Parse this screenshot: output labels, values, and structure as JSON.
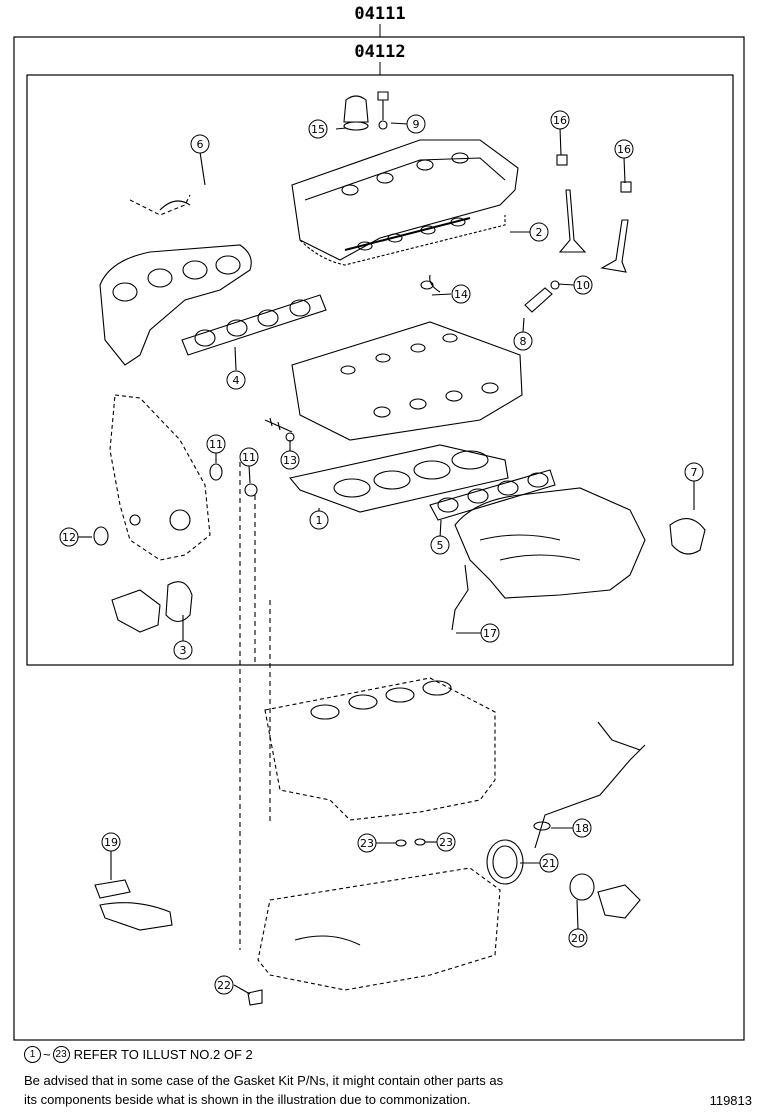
{
  "header": {
    "outer_code": "04111",
    "inner_code": "04112"
  },
  "callouts": [
    "1",
    "2",
    "3",
    "4",
    "5",
    "6",
    "7",
    "8",
    "9",
    "10",
    "11",
    "11",
    "12",
    "13",
    "14",
    "15",
    "16",
    "16",
    "17",
    "18",
    "19",
    "20",
    "21",
    "22",
    "23",
    "23"
  ],
  "footer": {
    "ref_start": "1",
    "ref_tilde": "~",
    "ref_end": "23",
    "ref_text": "REFER TO ILLUST NO.2 OF 2",
    "advice_line1": "Be advised that in some case of the Gasket Kit P/Ns,  it might contain other parts as",
    "advice_line2": "its components beside what is shown in the illustration due to commonization.",
    "illustration_number": "119813"
  }
}
